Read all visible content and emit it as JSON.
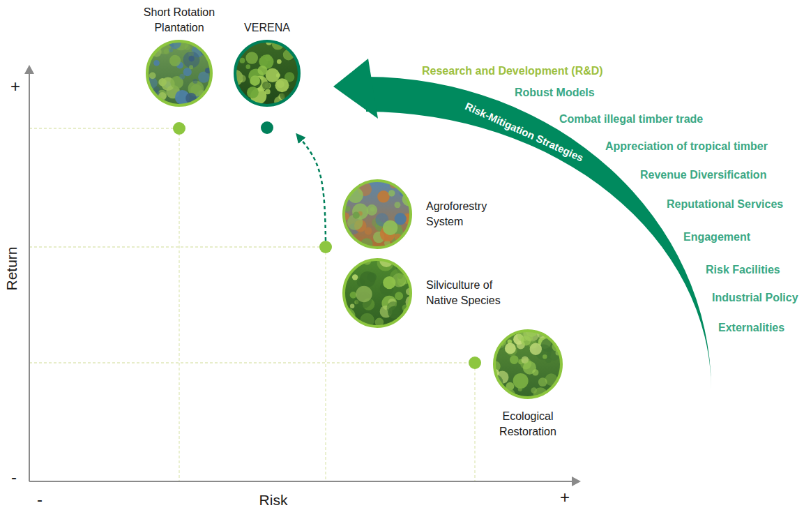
{
  "diagram": {
    "nodes": [
      {
        "text": [
          "Short Rotation Plantation"
        ]
      },
      {
        "text": [
          "VERENA"
        ]
      },
      {
        "text": [
          "Agroforestry System"
        ]
      },
      {
        "text": [
          "Silviculture of Native Species"
        ]
      },
      {
        "text": [
          "Ecological Restoration"
        ]
      }
    ],
    "edges": [
      {
        "from": 2,
        "to": 1,
        "arrow": "to"
      }
    ],
    "labels": [
      "+",
      "-",
      "Return",
      "-",
      "Risk",
      "+",
      "Risk-Mitigation Strategies",
      "Research and Development (R&D)",
      "Robust Models",
      "Combat illegal timber trade",
      "Appreciation of tropical timber",
      "Revenue Diversification",
      "Reputational Services",
      "Engagement",
      "Risk Facilities",
      "Industrial Policy",
      "Externalities"
    ]
  }
}
